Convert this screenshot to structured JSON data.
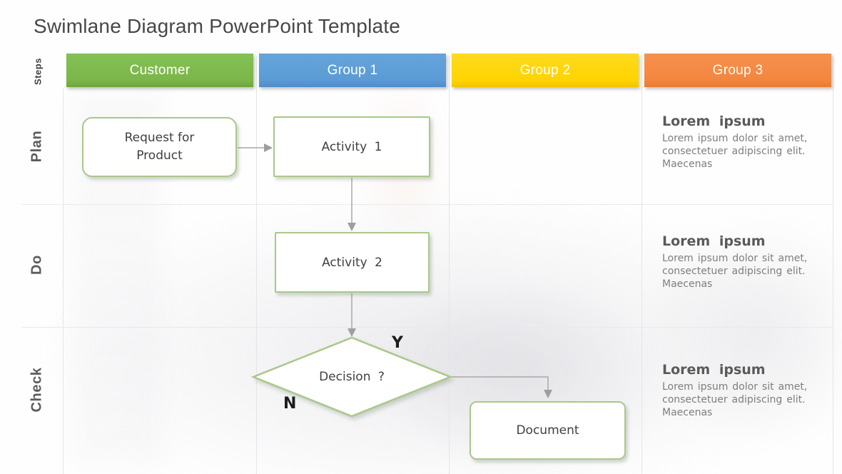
{
  "title": "Swimlane Diagram PowerPoint Template",
  "steps_label": "Steps",
  "lanes": [
    {
      "label": "Customer",
      "color": "#7ab648"
    },
    {
      "label": "Group 1",
      "color": "#5b9bd5"
    },
    {
      "label": "Group 2",
      "color": "#ffd400"
    },
    {
      "label": "Group 3",
      "color": "#f3863f"
    }
  ],
  "rows": [
    {
      "label": "Plan"
    },
    {
      "label": "Do"
    },
    {
      "label": "Check"
    }
  ],
  "flow": {
    "request_label": "Request for Product",
    "activity1_label": "Activity 1",
    "activity2_label": "Activity 2",
    "decision_label": "Decision ?",
    "document_label": "Document",
    "decision_yes": "Y",
    "decision_no": "N"
  },
  "info_blocks": [
    {
      "heading": "Lorem ipsum",
      "body": "Lorem ipsum dolor sit amet, consectetuer adipiscing elit. Maecenas"
    },
    {
      "heading": "Lorem ipsum",
      "body": "Lorem ipsum dolor sit amet, consectetuer adipiscing elit. Maecenas"
    },
    {
      "heading": "Lorem ipsum",
      "body": "Lorem ipsum dolor sit amet, consectetuer adipiscing elit. Maecenas"
    }
  ],
  "colors": {
    "shape_border": "#a9c88a",
    "connector": "#a6a6a6",
    "title_text": "#474747",
    "header_text": "#ffffff"
  }
}
